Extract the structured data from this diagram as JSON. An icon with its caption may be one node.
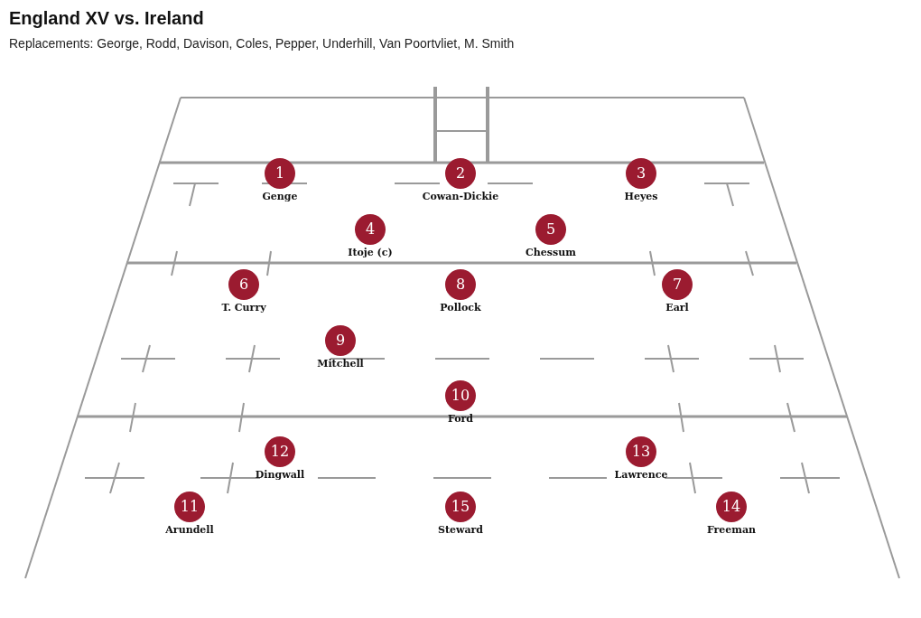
{
  "diagram": {
    "title": "England XV vs. Ireland",
    "nodes": [
      {
        "text": [
          "1",
          "Genge"
        ]
      },
      {
        "text": [
          "2",
          "Cowan-Dickie"
        ]
      },
      {
        "text": [
          "3",
          "Heyes"
        ]
      },
      {
        "text": [
          "4",
          "Itoje (c)"
        ]
      },
      {
        "text": [
          "5",
          "Chessum"
        ]
      },
      {
        "text": [
          "6",
          "T. Curry"
        ]
      },
      {
        "text": [
          "8",
          "Pollock"
        ]
      },
      {
        "text": [
          "7",
          "Earl"
        ]
      },
      {
        "text": [
          "9",
          "Mitchell"
        ]
      },
      {
        "text": [
          "10",
          "Ford"
        ]
      },
      {
        "text": [
          "12",
          "Dingwall"
        ]
      },
      {
        "text": [
          "13",
          "Lawrence"
        ]
      },
      {
        "text": [
          "11",
          "Arundell"
        ]
      },
      {
        "text": [
          "15",
          "Steward"
        ]
      },
      {
        "text": [
          "14",
          "Freeman"
        ]
      }
    ],
    "labels": [
      "Replacements: George, Rodd, Davison, Coles, Pepper, Underhill, Van Poortvliet, M. Smith"
    ]
  }
}
